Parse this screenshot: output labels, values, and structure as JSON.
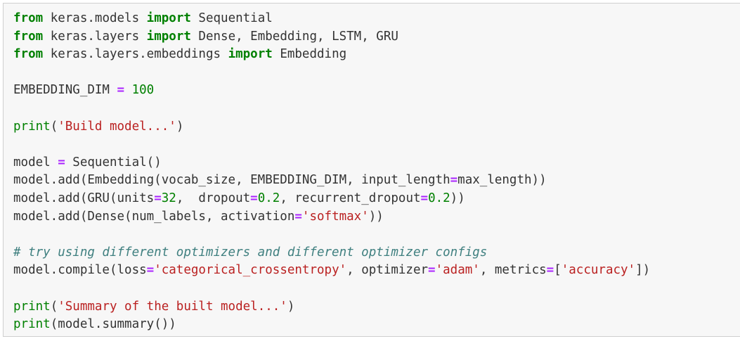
{
  "editor": {
    "language": "python",
    "colors": {
      "background": "#f7f7f7",
      "border": "#cfcfcf",
      "keyword": "#008000",
      "builtin": "#008000",
      "string": "#ba2121",
      "number": "#008000",
      "operator": "#aa22ff",
      "comment": "#408080",
      "text": "#333333"
    },
    "lines": [
      [
        {
          "t": "kw",
          "v": "from"
        },
        {
          "t": "plain",
          "v": " keras.models "
        },
        {
          "t": "kw",
          "v": "import"
        },
        {
          "t": "plain",
          "v": " Sequential"
        }
      ],
      [
        {
          "t": "kw",
          "v": "from"
        },
        {
          "t": "plain",
          "v": " keras.layers "
        },
        {
          "t": "kw",
          "v": "import"
        },
        {
          "t": "plain",
          "v": " Dense, Embedding, LSTM, GRU"
        }
      ],
      [
        {
          "t": "kw",
          "v": "from"
        },
        {
          "t": "plain",
          "v": " keras.layers.embeddings "
        },
        {
          "t": "kw",
          "v": "import"
        },
        {
          "t": "plain",
          "v": " Embedding"
        }
      ],
      [],
      [
        {
          "t": "plain",
          "v": "EMBEDDING_DIM "
        },
        {
          "t": "op",
          "v": "="
        },
        {
          "t": "plain",
          "v": " "
        },
        {
          "t": "num",
          "v": "100"
        }
      ],
      [],
      [
        {
          "t": "builtin",
          "v": "print"
        },
        {
          "t": "plain",
          "v": "("
        },
        {
          "t": "str",
          "v": "'Build model...'"
        },
        {
          "t": "plain",
          "v": ")"
        }
      ],
      [],
      [
        {
          "t": "plain",
          "v": "model "
        },
        {
          "t": "op",
          "v": "="
        },
        {
          "t": "plain",
          "v": " Sequential()"
        }
      ],
      [
        {
          "t": "plain",
          "v": "model.add(Embedding(vocab_size, EMBEDDING_DIM, input_length"
        },
        {
          "t": "op",
          "v": "="
        },
        {
          "t": "plain",
          "v": "max_length))"
        }
      ],
      [
        {
          "t": "plain",
          "v": "model.add(GRU(units"
        },
        {
          "t": "op",
          "v": "="
        },
        {
          "t": "num",
          "v": "32"
        },
        {
          "t": "plain",
          "v": ",  dropout"
        },
        {
          "t": "op",
          "v": "="
        },
        {
          "t": "num",
          "v": "0.2"
        },
        {
          "t": "plain",
          "v": ", recurrent_dropout"
        },
        {
          "t": "op",
          "v": "="
        },
        {
          "t": "num",
          "v": "0.2"
        },
        {
          "t": "plain",
          "v": "))"
        }
      ],
      [
        {
          "t": "plain",
          "v": "model.add(Dense(num_labels, activation"
        },
        {
          "t": "op",
          "v": "="
        },
        {
          "t": "str",
          "v": "'softmax'"
        },
        {
          "t": "plain",
          "v": "))"
        }
      ],
      [],
      [
        {
          "t": "comment",
          "v": "# try using different optimizers and different optimizer configs"
        }
      ],
      [
        {
          "t": "plain",
          "v": "model.compile(loss"
        },
        {
          "t": "op",
          "v": "="
        },
        {
          "t": "str",
          "v": "'categorical_crossentropy'"
        },
        {
          "t": "plain",
          "v": ", optimizer"
        },
        {
          "t": "op",
          "v": "="
        },
        {
          "t": "str",
          "v": "'adam'"
        },
        {
          "t": "plain",
          "v": ", metrics"
        },
        {
          "t": "op",
          "v": "="
        },
        {
          "t": "plain",
          "v": "["
        },
        {
          "t": "str",
          "v": "'accuracy'"
        },
        {
          "t": "plain",
          "v": "])"
        }
      ],
      [],
      [
        {
          "t": "builtin",
          "v": "print"
        },
        {
          "t": "plain",
          "v": "("
        },
        {
          "t": "str",
          "v": "'Summary of the built model...'"
        },
        {
          "t": "plain",
          "v": ")"
        }
      ],
      [
        {
          "t": "builtin",
          "v": "print"
        },
        {
          "t": "plain",
          "v": "(model.summary())"
        }
      ]
    ]
  }
}
